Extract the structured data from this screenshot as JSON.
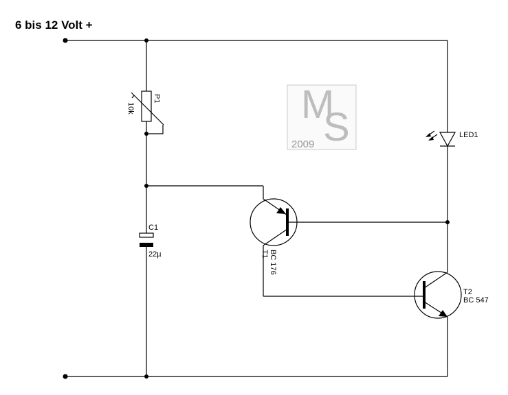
{
  "title": "6 bis 12 Volt +",
  "watermark": {
    "letters": "MS",
    "year": "2009"
  },
  "components": {
    "potentiometer": {
      "name": "P1",
      "value": "10k"
    },
    "capacitor": {
      "name": "C1",
      "value": "22µ"
    },
    "led": {
      "name": "LED1"
    },
    "transistor_1": {
      "name": "T1",
      "type": "BC 176"
    },
    "transistor_2": {
      "name": "T2",
      "type": "BC 547"
    }
  }
}
